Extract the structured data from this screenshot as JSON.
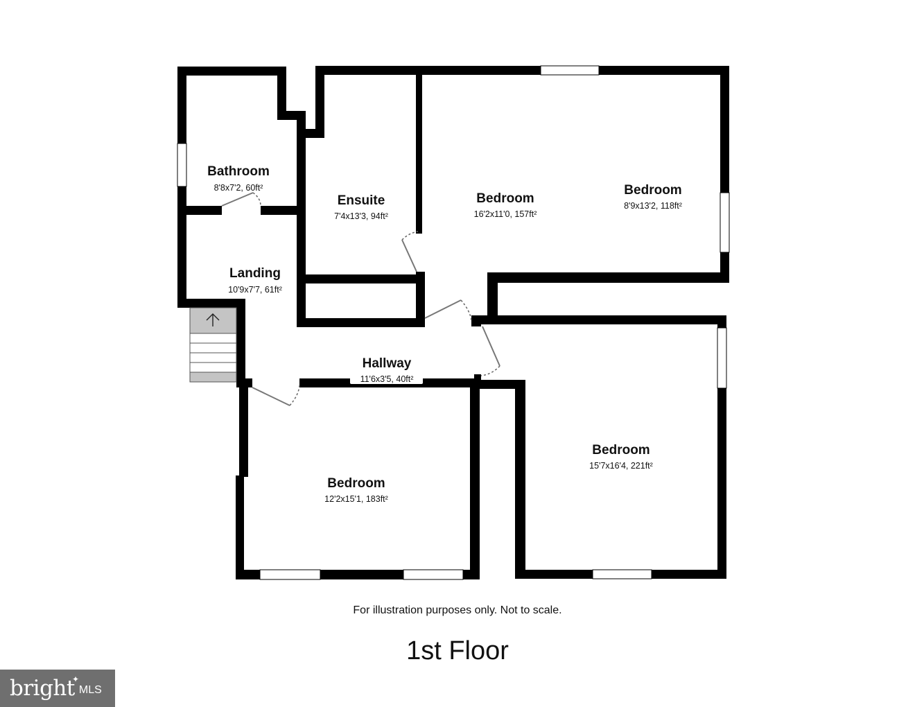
{
  "plan": {
    "floor_title": "1st Floor",
    "disclaimer": "For illustration purposes only. Not to scale.",
    "rooms": {
      "bathroom": {
        "name": "Bathroom",
        "dims": "8'8x7'2, 60ft²"
      },
      "ensuite": {
        "name": "Ensuite",
        "dims": "7'4x13'3, 94ft²"
      },
      "bedroom_1": {
        "name": "Bedroom",
        "dims": "16'2x11'0, 157ft²"
      },
      "bedroom_2": {
        "name": "Bedroom",
        "dims": "8'9x13'2, 118ft²"
      },
      "landing": {
        "name": "Landing",
        "dims": "10'9x7'7, 61ft²"
      },
      "hallway": {
        "name": "Hallway",
        "dims": "11'6x3'5, 40ft²"
      },
      "bedroom_3": {
        "name": "Bedroom",
        "dims": "15'7x16'4, 221ft²"
      },
      "bedroom_4": {
        "name": "Bedroom",
        "dims": "12'2x15'1, 183ft²"
      }
    },
    "colors": {
      "wall": "#000000",
      "stair": "#c4c4c4",
      "background": "#ffffff"
    }
  },
  "logo": {
    "word": "bright",
    "sub": "MLS",
    "color": "#6f6f6f"
  }
}
